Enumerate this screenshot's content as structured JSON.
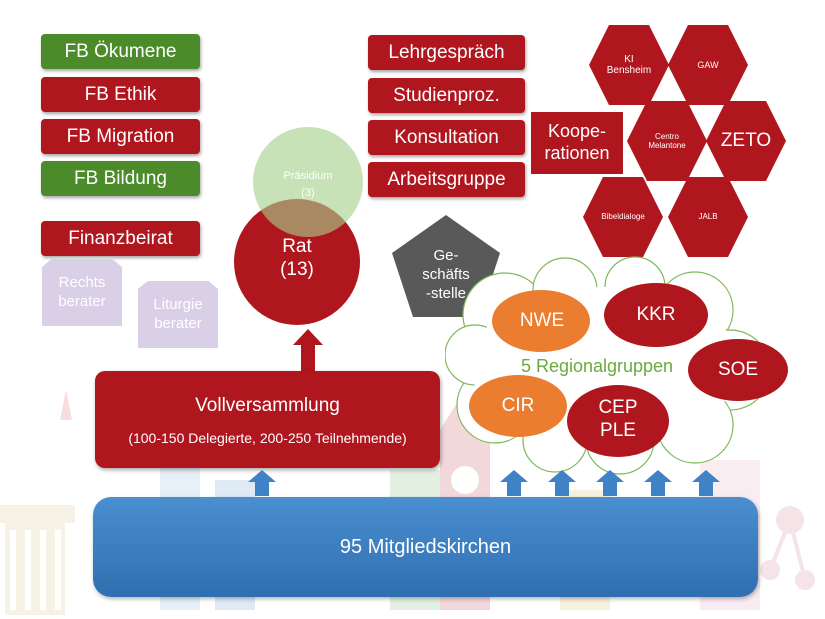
{
  "fachbereiche": [
    {
      "label": "FB Ökumene",
      "color": "green"
    },
    {
      "label": "FB Ethik",
      "color": "red"
    },
    {
      "label": "FB Migration",
      "color": "red"
    },
    {
      "label": "FB Bildung",
      "color": "green"
    }
  ],
  "finanzbeirat": "Finanzbeirat",
  "rechtsberater": [
    "Rechts",
    "berater"
  ],
  "liturgieberater": [
    "Liturgie",
    "berater"
  ],
  "rat": {
    "title": "Rat",
    "count": "(13)"
  },
  "praesidium": {
    "title": "Präsidium",
    "count": "(3)"
  },
  "geschaeftsstelle": [
    "Ge-",
    "schäfts",
    "-stelle"
  ],
  "formate": [
    "Lehrgespräch",
    "Studienproz.",
    "Konsultation",
    "Arbeitsgruppe"
  ],
  "kooperationen_label": [
    "Koope-",
    "rationen"
  ],
  "kooperationen": [
    {
      "lines": [
        "KI",
        "Bensheim"
      ],
      "size": "small"
    },
    {
      "lines": [
        "GAW"
      ],
      "size": "small"
    },
    {
      "lines": [
        "Centro",
        "Melantone"
      ],
      "size": "tiny"
    },
    {
      "lines": [
        "ZETO"
      ],
      "size": "large"
    },
    {
      "lines": [
        "Bibeldialoge"
      ],
      "size": "tiny"
    },
    {
      "lines": [
        "JALB"
      ],
      "size": "tiny"
    }
  ],
  "regionalgruppen_label": "5 Regionalgruppen",
  "regionalgruppen": [
    {
      "lines": [
        "NWE"
      ],
      "color": "orange"
    },
    {
      "lines": [
        "KKR"
      ],
      "color": "red"
    },
    {
      "lines": [
        "SOE"
      ],
      "color": "red"
    },
    {
      "lines": [
        "CIR"
      ],
      "color": "orange"
    },
    {
      "lines": [
        "CEP",
        "PLE"
      ],
      "color": "red"
    }
  ],
  "vollversammlung": {
    "title": "Vollversammlung",
    "subtitle": "(100-150 Delegierte, 200-250 Teilnehmende)"
  },
  "mitgliedskirchen": "95 Mitgliedskirchen",
  "colors": {
    "red": "#b0161e",
    "green": "#4c8b2a",
    "orange": "#ea7d2f",
    "blue": "#3f82c5",
    "gray": "#595959",
    "lavender": "#d9cfe7",
    "praesidium": "#a7d08c",
    "cloud_outline": "#7cb85a",
    "regional_text": "#6aaa3f"
  }
}
